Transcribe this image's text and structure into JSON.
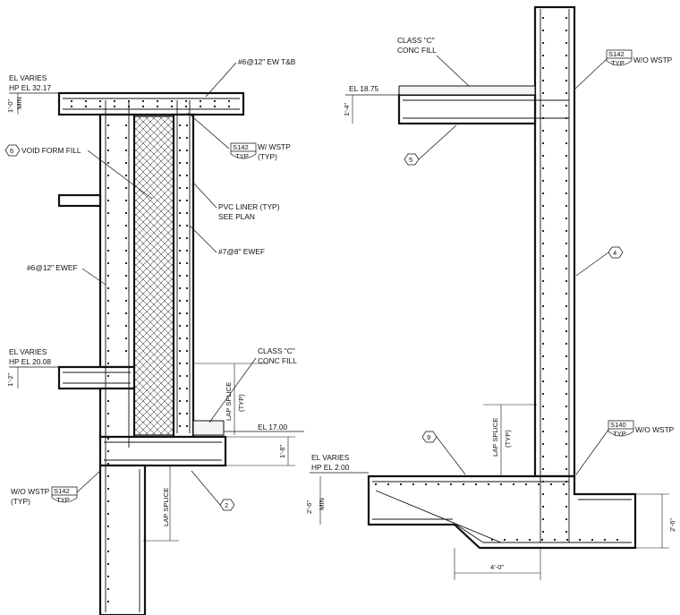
{
  "sheet": {
    "left_detail": {
      "notes": {
        "el_varies_top": "EL VARIES",
        "hp_el_top": "HP EL 32.17",
        "dim_top": "1'-0\"",
        "dim_top_min": "MIN",
        "rebar_top": "#6@12\" EW T&B",
        "void_form_fill": "VOID FORM FILL",
        "void_tag": "6",
        "ref_wstp_sheet": "S142",
        "ref_wstp_typ": "TYP",
        "ref_wstp_note": "W/ WSTP",
        "ref_wstp_note2": "(TYP)",
        "pvc_liner": "PVC LINER (TYP)",
        "see_plan": "SEE PLAN",
        "rebar_right": "#7@8\" EWEF",
        "rebar_left": "#6@12\" EWEF",
        "el_varies_mid": "EL VARIES",
        "hp_el_mid": "HP EL 20.08",
        "dim_mid": "1'-2\"",
        "class_c": "CLASS \"C\"",
        "conc_fill": "CONC FILL",
        "lap_splice": "LAP SPLICE",
        "lap_typ": "(TYP)",
        "el_1700": "EL 17.00",
        "dim_bottom": "1'-8\"",
        "wo_wstp": "W/O WSTP",
        "wo_wstp_typ": "(TYP)",
        "ref_wo_sheet": "S142",
        "ref_wo_typ": "TYP",
        "lap_splice_bottom": "LAP SPLICE",
        "tag_2": "2"
      }
    },
    "right_detail": {
      "notes": {
        "class_c": "CLASS \"C\"",
        "conc_fill": "CONC FILL",
        "ref_top_sheet": "S142",
        "ref_top_typ": "TYP",
        "wo_wstp_top": "W/O WSTP",
        "el_1875": "EL 18.75",
        "dim_slab": "1'-4\"",
        "tag_5": "5",
        "tag_4": "4",
        "lap_splice": "LAP SPLICE",
        "lap_typ": "(TYP)",
        "tag_9": "9",
        "ref_bottom_sheet": "S140",
        "ref_bottom_typ": "TYP",
        "wo_wstp_bottom": "W/O WSTP",
        "el_varies": "EL VARIES",
        "hp_el": "HP EL 2.00",
        "dim_footing": "2'-6\"",
        "dim_footing_min": "MIN",
        "dim_right": "2'-6\"",
        "dim_toe": "4'-0\""
      }
    }
  }
}
